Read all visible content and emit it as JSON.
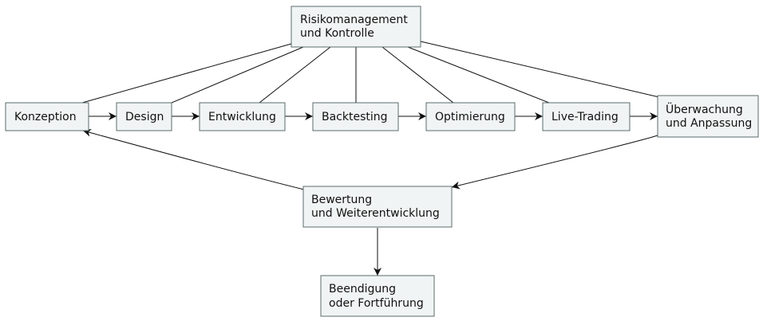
{
  "nodes": {
    "risk": {
      "lines": [
        "Risikomanagement",
        "und Kontrolle"
      ]
    },
    "konzeption": {
      "lines": [
        "Konzeption"
      ]
    },
    "design": {
      "lines": [
        "Design"
      ]
    },
    "entwicklung": {
      "lines": [
        "Entwicklung"
      ]
    },
    "backtesting": {
      "lines": [
        "Backtesting"
      ]
    },
    "optimierung": {
      "lines": [
        "Optimierung"
      ]
    },
    "livetrading": {
      "lines": [
        "Live-Trading"
      ]
    },
    "ueberwachung": {
      "lines": [
        "Überwachung",
        "und Anpassung"
      ]
    },
    "bewertung": {
      "lines": [
        "Bewertung",
        "und Weiterentwicklung"
      ]
    },
    "beendigung": {
      "lines": [
        "Beendigung",
        "oder Fortführung"
      ]
    }
  },
  "edges": [
    {
      "from": "konzeption",
      "to": "design",
      "arrow": true
    },
    {
      "from": "design",
      "to": "entwicklung",
      "arrow": true
    },
    {
      "from": "entwicklung",
      "to": "backtesting",
      "arrow": true
    },
    {
      "from": "backtesting",
      "to": "optimierung",
      "arrow": true
    },
    {
      "from": "optimierung",
      "to": "livetrading",
      "arrow": true
    },
    {
      "from": "livetrading",
      "to": "ueberwachung",
      "arrow": true
    },
    {
      "from": "ueberwachung",
      "to": "bewertung",
      "arrow": true
    },
    {
      "from": "bewertung",
      "to": "konzeption",
      "arrow": true
    },
    {
      "from": "bewertung",
      "to": "beendigung",
      "arrow": true
    },
    {
      "from": "risk",
      "to": "konzeption",
      "arrow": false
    },
    {
      "from": "risk",
      "to": "design",
      "arrow": false
    },
    {
      "from": "risk",
      "to": "entwicklung",
      "arrow": false
    },
    {
      "from": "risk",
      "to": "backtesting",
      "arrow": false
    },
    {
      "from": "risk",
      "to": "optimierung",
      "arrow": false
    },
    {
      "from": "risk",
      "to": "livetrading",
      "arrow": false
    },
    {
      "from": "risk",
      "to": "ueberwachung",
      "arrow": false
    }
  ]
}
